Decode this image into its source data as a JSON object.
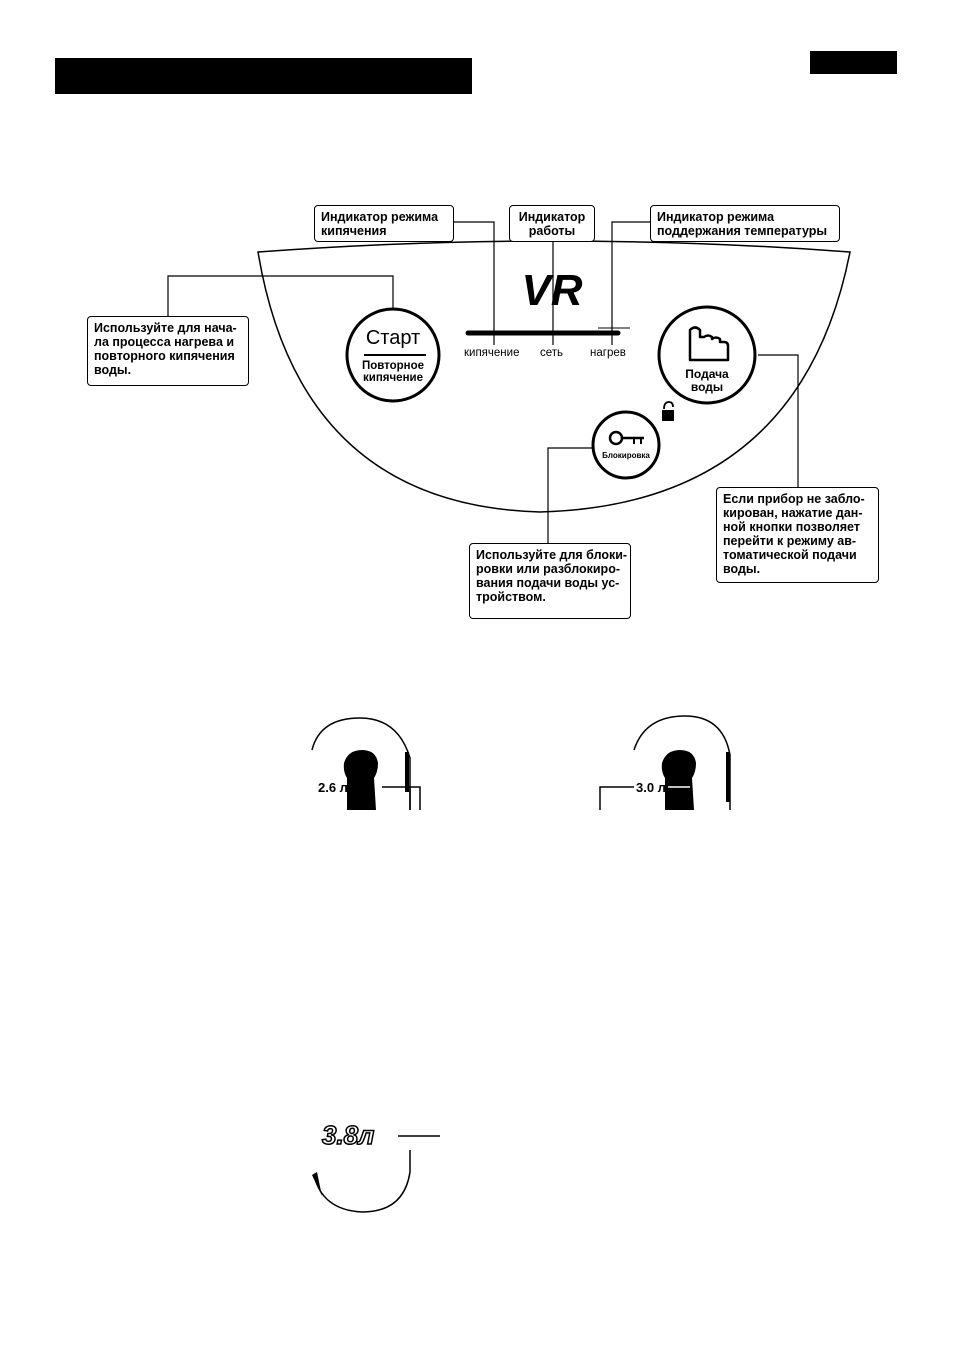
{
  "page": {
    "callouts": {
      "boil_indicator": "Индикатор режима\nкипячения",
      "work_indicator": "Индикатор\nработы",
      "keepwarm_indicator": "Индикатор режима\nподдержания температуры",
      "start_usage": "Используйте для нача-\nла процесса нагрева и\nповторного кипячения\nводы.",
      "lock_usage": "Используйте для блоки-\nровки или разблокиро-\nвания подачи воды ус-\nтройством.",
      "dispense_usage": "Если прибор не забло-\nкирован, нажатие дан-\nной кнопки позволяет\nперейти к режиму ав-\nтоматической подачи\nводы."
    },
    "panel": {
      "logo": "VR",
      "start_button": {
        "title": "Старт",
        "subtitle": "Повторное\nкипячение"
      },
      "dispense_button": {
        "label": "Подача\nводы",
        "icon": "hand-press-icon"
      },
      "lock_button": {
        "label": "Блокировка",
        "icon": "key-icon"
      },
      "unlock_icon": "open-padlock-icon",
      "indicator_labels": {
        "boil": "кипячение",
        "power": "сеть",
        "heat": "нагрев"
      }
    },
    "gauges": {
      "gauge_1": "2.6 л",
      "gauge_2": "3.0 л",
      "gauge_3": "3.8л"
    }
  }
}
